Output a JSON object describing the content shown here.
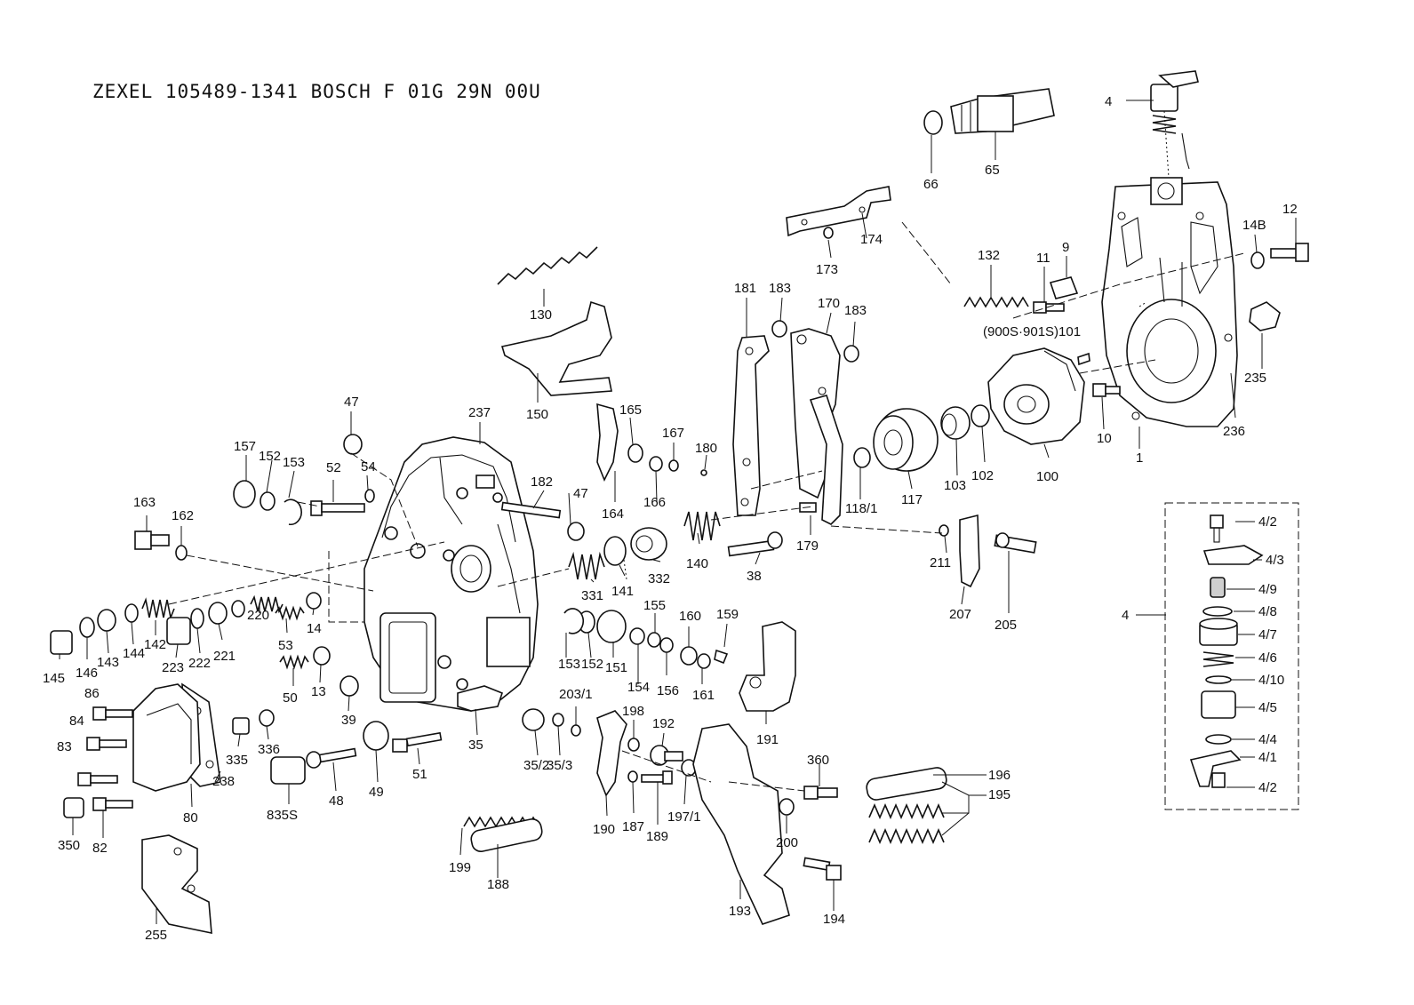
{
  "title": "ZEXEL  105489-1341  BOSCH  F 01G 29N 00U",
  "labels": {
    "p1": "1",
    "p4": "4",
    "p9": "9",
    "p10": "10",
    "p11": "11",
    "p12": "12",
    "p13": "13",
    "p14": "14",
    "p14b": "14B",
    "p35": "35",
    "p35_2": "35/2",
    "p35_3": "35/3",
    "p38": "38",
    "p39": "39",
    "p47a": "47",
    "p47b": "47",
    "p48": "48",
    "p49": "49",
    "p50": "50",
    "p51": "51",
    "p52": "52",
    "p53": "53",
    "p54": "54",
    "p65": "65",
    "p66": "66",
    "p80": "80",
    "p82": "82",
    "p83": "83",
    "p84": "84",
    "p86": "86",
    "p100": "100",
    "p101": "(900S·901S)101",
    "p102": "102",
    "p103": "103",
    "p117": "117",
    "p118_1": "118/1",
    "p130": "130",
    "p132": "132",
    "p140": "140",
    "p141": "141",
    "p142": "142",
    "p143": "143",
    "p144": "144",
    "p145": "145",
    "p146": "146",
    "p150": "150",
    "p151": "151",
    "p152a": "152",
    "p152b": "152",
    "p153a": "153",
    "p153b": "153",
    "p154": "154",
    "p155": "155",
    "p156": "156",
    "p157": "157",
    "p159": "159",
    "p160": "160",
    "p161": "161",
    "p162": "162",
    "p163": "163",
    "p164": "164",
    "p165": "165",
    "p166": "166",
    "p167": "167",
    "p170": "170",
    "p173": "173",
    "p174": "174",
    "p179": "179",
    "p180": "180",
    "p181": "181",
    "p182": "182",
    "p183a": "183",
    "p183b": "183",
    "p187": "187",
    "p188": "188",
    "p189": "189",
    "p190": "190",
    "p191": "191",
    "p192": "192",
    "p193": "193",
    "p194": "194",
    "p195": "195",
    "p196": "196",
    "p197_1": "197/1",
    "p198": "198",
    "p199": "199",
    "p200": "200",
    "p203_1": "203/1",
    "p205": "205",
    "p207": "207",
    "p211": "211",
    "p220": "220",
    "p221": "221",
    "p222": "222",
    "p223": "223",
    "p235": "235",
    "p236": "236",
    "p237": "237",
    "p238": "238",
    "p255": "255",
    "p331": "331",
    "p332": "332",
    "p335": "335",
    "p336": "336",
    "p350": "350",
    "p360": "360",
    "p835s": "835S",
    "p4_4": "4",
    "p4_2a": "4/2",
    "p4_3": "4/3",
    "p4_9": "4/9",
    "p4_8": "4/8",
    "p4_7": "4/7",
    "p4_6": "4/6",
    "p4_10": "4/10",
    "p4_5": "4/5",
    "p4_4b": "4/4",
    "p4_1": "4/1",
    "p4_2b": "4/2"
  }
}
